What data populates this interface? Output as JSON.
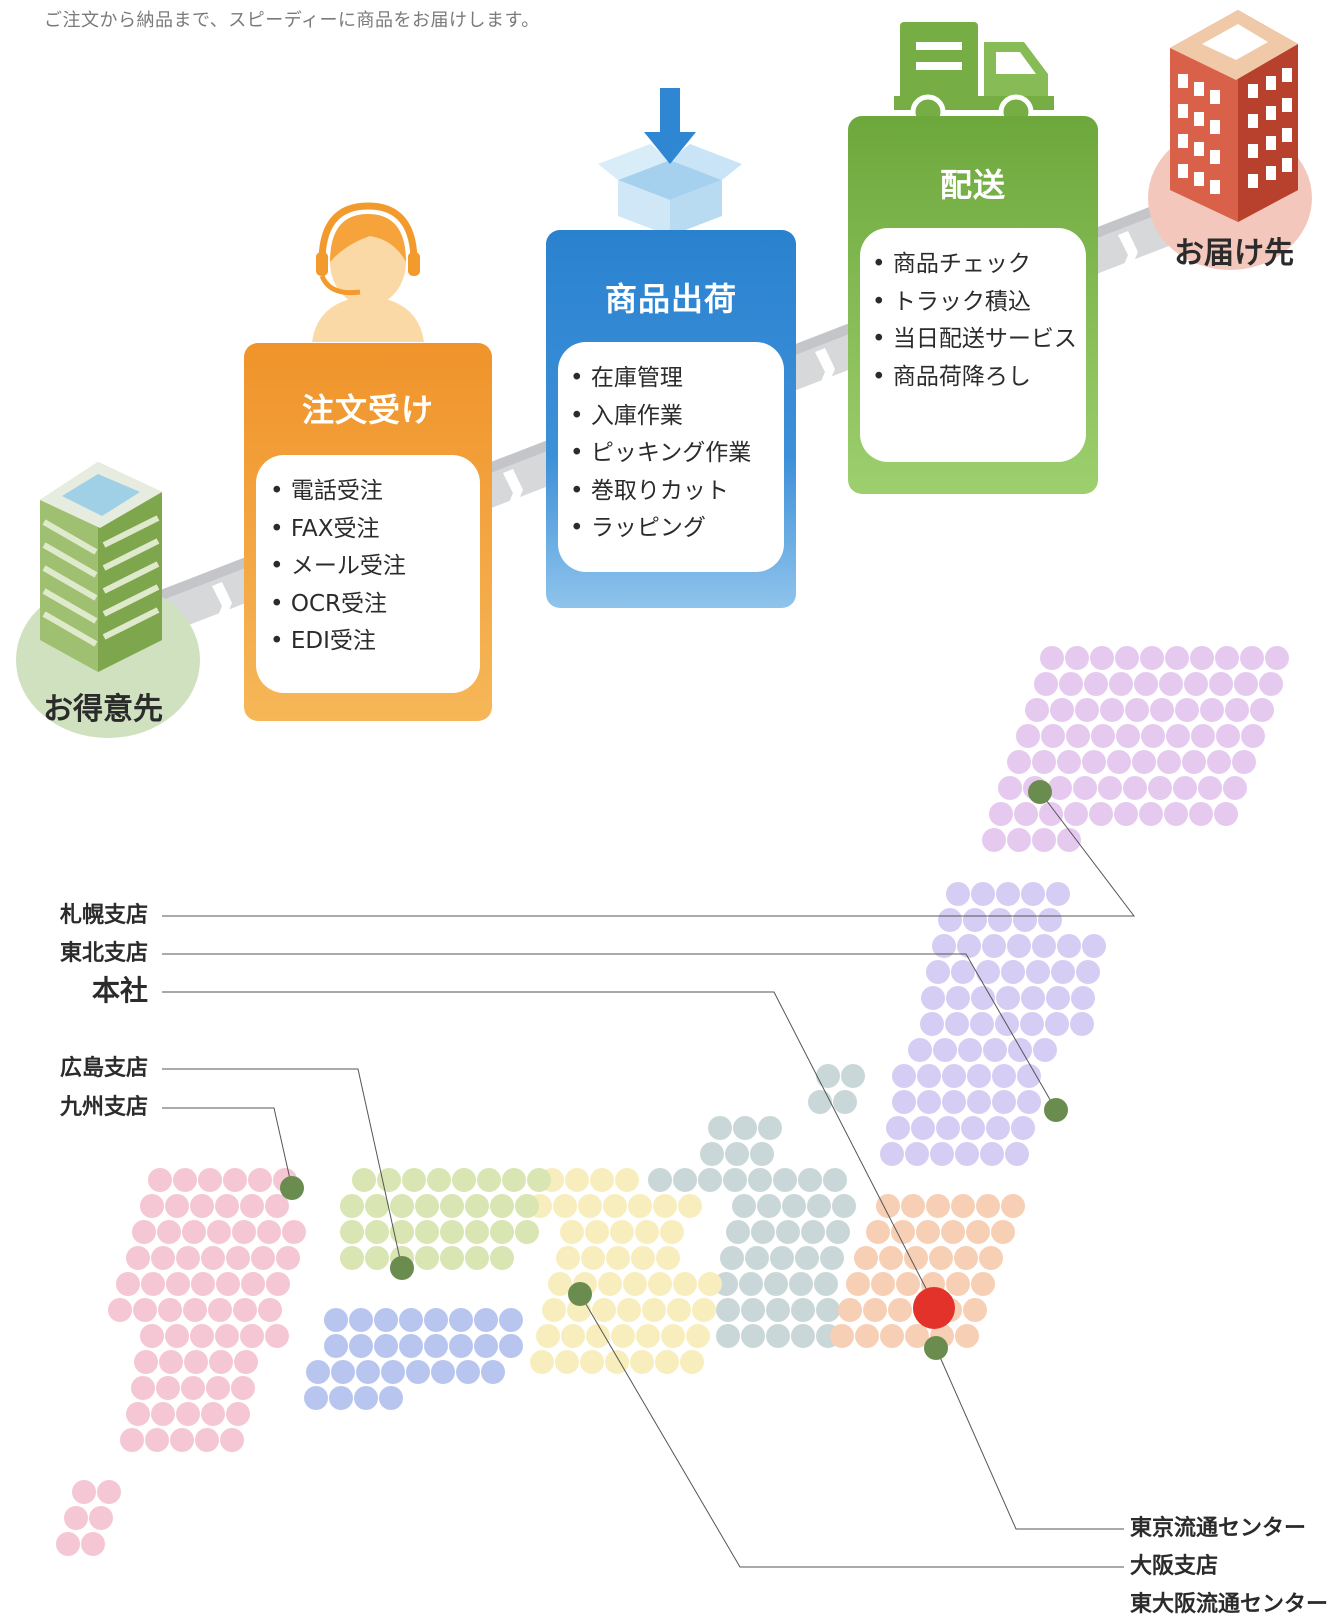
{
  "intro_text": "ご注文から納品まで、スピーディーに商品をお届けします。",
  "flow": {
    "start": {
      "label": "お得意先",
      "icon": "green-building-icon"
    },
    "end": {
      "label": "お届け先",
      "icon": "red-building-icon"
    },
    "steps": [
      {
        "id": "order",
        "title": "注文受け",
        "color": "#f0932a",
        "icon": "headset-operator-icon",
        "items": [
          "電話受注",
          "FAX受注",
          "メール受注",
          "OCR受注",
          "EDI受注"
        ]
      },
      {
        "id": "ship",
        "title": "商品出荷",
        "color": "#2a82cf",
        "icon": "box-arrow-icon",
        "items": [
          "在庫管理",
          "入庫作業",
          "ピッキング作業",
          "巻取りカット",
          "ラッピング"
        ]
      },
      {
        "id": "delivery",
        "title": "配送",
        "color": "#6da83c",
        "icon": "truck-icon",
        "items": [
          "商品チェック",
          "トラック積込",
          "当日配送サービス",
          "商品荷降ろし"
        ]
      }
    ]
  },
  "map": {
    "headquarters_color": "#e2322a",
    "office_color": "#6a8c4e",
    "branches_left": [
      {
        "name": "札幌支店"
      },
      {
        "name": "東北支店"
      },
      {
        "name": "本社",
        "headquarters": true
      },
      {
        "name": "広島支店"
      },
      {
        "name": "九州支店"
      }
    ],
    "branches_right": [
      {
        "name": "東京流通センター"
      },
      {
        "name": "大阪支店"
      },
      {
        "name": "東大阪流通センター"
      }
    ],
    "region_colors": [
      "#e5c9ef",
      "#d5cdf3",
      "#f7cfb4",
      "#c9d7d8",
      "#f8eebd",
      "#d9e5b2",
      "#b8c6ef",
      "#f5c6d3"
    ]
  }
}
